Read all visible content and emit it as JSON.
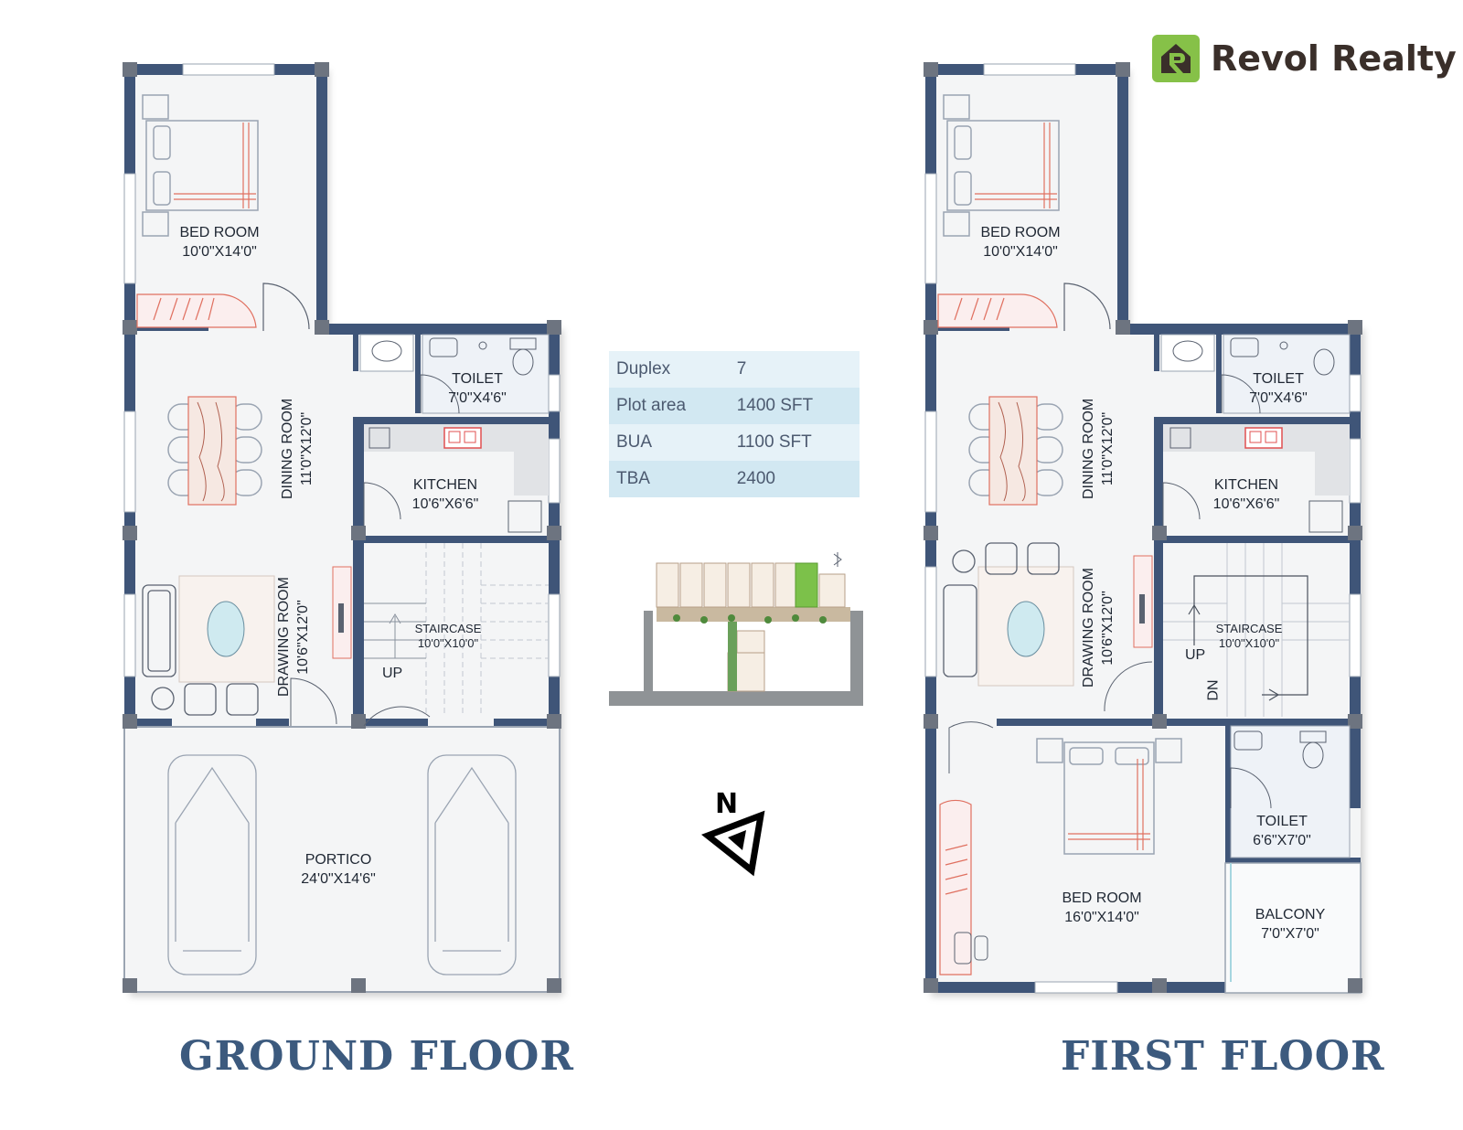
{
  "brand": {
    "name": "Revol Realty",
    "logo_icon": "house-r-logo-icon"
  },
  "ground_floor": {
    "title": "GROUND FLOOR",
    "rooms": [
      {
        "name": "BED ROOM",
        "size": "10'0\"X14'0\""
      },
      {
        "name": "TOILET",
        "size": "7'0\"X4'6\""
      },
      {
        "name": "DINING ROOM",
        "size": "11'0\"X12'0\""
      },
      {
        "name": "KITCHEN",
        "size": "10'6\"X6'6\""
      },
      {
        "name": "DRAWING ROOM",
        "size": "10'6\"X12'0\""
      },
      {
        "name": "STAIRCASE",
        "size": "10'0\"X10'0\""
      },
      {
        "name": "PORTICO",
        "size": "24'0\"X14'6\""
      }
    ],
    "up_label": "UP"
  },
  "first_floor": {
    "title": "FIRST FLOOR",
    "rooms": [
      {
        "name": "BED ROOM",
        "size": "10'0\"X14'0\""
      },
      {
        "name": "TOILET",
        "size": "7'0\"X4'6\""
      },
      {
        "name": "DINING ROOM",
        "size": "11'0\"X12'0\""
      },
      {
        "name": "KITCHEN",
        "size": "10'6\"X6'6\""
      },
      {
        "name": "DRAWING ROOM",
        "size": "10'6\"X12'0\""
      },
      {
        "name": "STAIRCASE",
        "size": "10'0\"X10'0\""
      },
      {
        "name": "TOILET",
        "size": "6'6\"X7'0\""
      },
      {
        "name": "BED ROOM",
        "size": "16'0\"X14'0\""
      },
      {
        "name": "BALCONY",
        "size": "7'0\"X7'0\""
      }
    ],
    "up_label": "UP",
    "dn_label": "DN"
  },
  "stats": [
    {
      "label": "Duplex",
      "value": "7"
    },
    {
      "label": "Plot area",
      "value": "1400 SFT"
    },
    {
      "label": "BUA",
      "value": "1100 SFT"
    },
    {
      "label": "TBA",
      "value": "2400"
    }
  ],
  "compass": {
    "label": "N",
    "icon": "north-arrow-icon"
  },
  "colors": {
    "wall": "#3f5578",
    "floor": "#f4f5f6",
    "accent": "#86c148",
    "title": "#3c5a7e",
    "furniture": "#e07060"
  }
}
